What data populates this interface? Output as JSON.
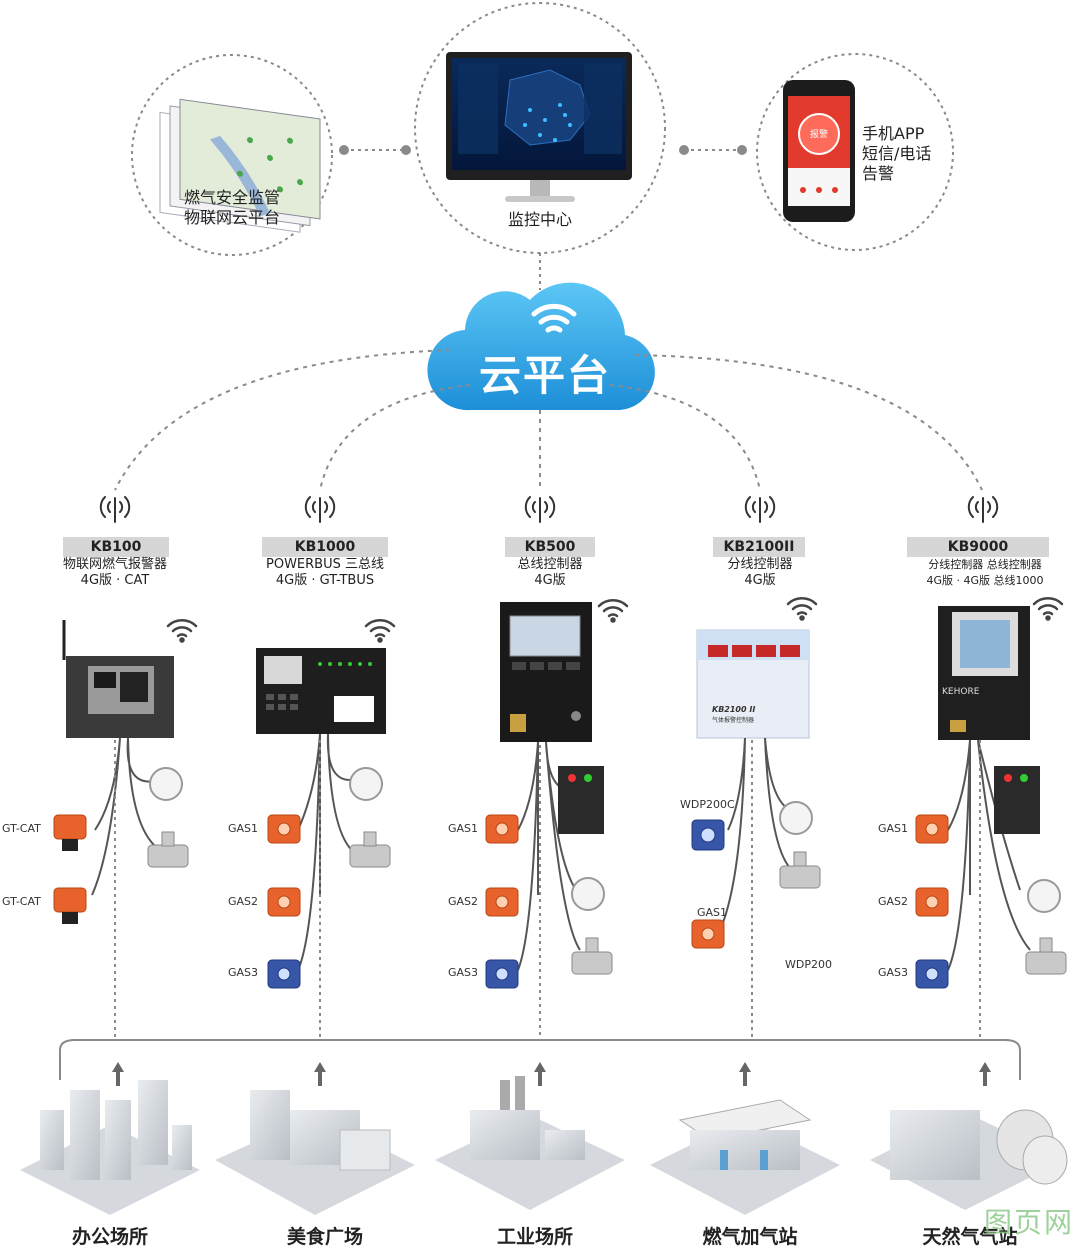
{
  "top": {
    "left_circle_label": "燃气安全监管\n物联网云平台",
    "center_circle_label": "监控中心",
    "right_circle_label": "手机APP\n短信/电话\n告警",
    "phone_button": "报警"
  },
  "cloud": {
    "label": "云平台"
  },
  "controllers": [
    {
      "model": "KB100",
      "desc": "物联网燃气报警器\n4G版 · CAT"
    },
    {
      "model": "KB1000",
      "desc": "POWERBUS 三总线\n4G版 · GT-TBUS"
    },
    {
      "model": "KB500",
      "desc": "总线控制器\n4G版"
    },
    {
      "model": "KB2100II",
      "desc": "分线控制器\n4G版"
    },
    {
      "model": "KB9000",
      "desc": "分线控制器 总线控制器\n4G版 · 4G版 总线1000"
    }
  ],
  "detectors": {
    "kb100": [
      "GT-CAT",
      "GT-CAT"
    ],
    "kb1000": [
      "GAS1",
      "GAS2",
      "GAS3"
    ],
    "kb500": [
      "GAS1",
      "GAS2",
      "GAS3"
    ],
    "kb2100": [
      "WDP200C",
      "GAS1",
      "WDP200"
    ],
    "kb9000": [
      "GAS1",
      "GAS2",
      "GAS3"
    ]
  },
  "panels": {
    "kb2100_label": "KB2100 II",
    "kb2100_subtitle": "气体报警控制器",
    "kb9000_brand": "KEHORE"
  },
  "scenes": [
    "办公场所",
    "美食广场",
    "工业场所",
    "燃气加气站",
    "天然气气站"
  ],
  "watermark": "图页网",
  "colors": {
    "cloud": "#2aa6e8",
    "dashed": "#8a8a8a",
    "detector_orange": "#e8622c",
    "detector_blue": "#3756a8",
    "tag_gray": "#d6d6d6"
  }
}
